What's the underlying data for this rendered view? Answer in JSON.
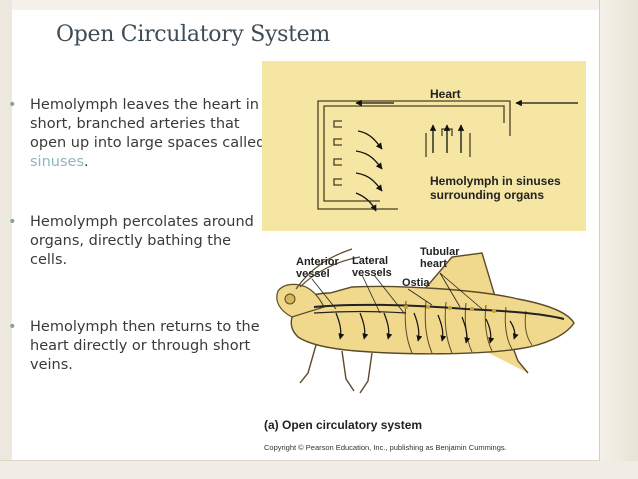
{
  "slide": {
    "title": "Open Circulatory System"
  },
  "bullets": [
    {
      "text_before": "Hemolymph leaves the heart in short, branched arteries that open up into large spaces called ",
      "highlight": "sinuses",
      "text_after": "."
    },
    {
      "text": "Hemolymph percolates around organs, directly bathing the cells."
    },
    {
      "text": "Hemolymph then returns to the heart directly or through short veins."
    }
  ],
  "figure": {
    "heart_label": "Heart",
    "sinus_label_line1": "Hemolymph in sinuses",
    "sinus_label_line2": "surrounding organs",
    "anterior_label_line1": "Anterior",
    "anterior_label_line2": "vessel",
    "lateral_label_line1": "Lateral",
    "lateral_label_line2": "vessels",
    "tubular_label_line1": "Tubular",
    "tubular_label_line2": "heart",
    "ostia_label": "Ostia",
    "caption": "(a) Open circulatory system",
    "copyright": "Copyright © Pearson Education, Inc., publishing as Benjamin Cummings."
  },
  "colors": {
    "panel_fill": "#f6e6a4",
    "insect_fill": "#f0d98c",
    "title_color": "#3f4c56",
    "highlight_color": "#8fb6bf"
  }
}
